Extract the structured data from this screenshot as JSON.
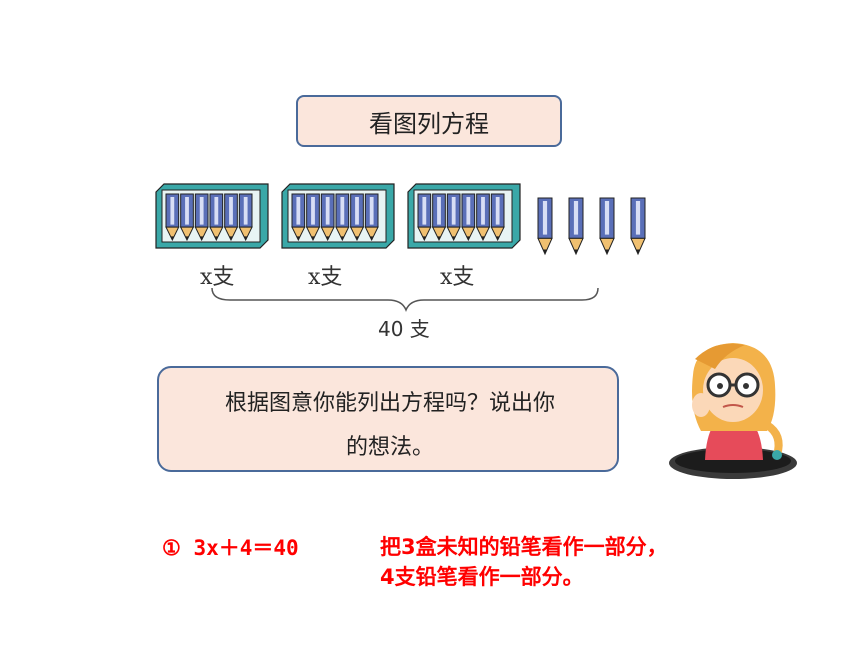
{
  "title": "看图列方程",
  "figure": {
    "box_labels": [
      "x支",
      "x支",
      "x支"
    ],
    "box_count": 3,
    "pencils_per_box": 6,
    "loose_pencils": 4,
    "total_label": "40 支"
  },
  "question": {
    "line1": "根据图意你能列出方程吗？说出你",
    "line2": "的想法。"
  },
  "answer": {
    "equation": "①  3x＋4＝40",
    "explanation_line1": "把3盒未知的铅笔看作一部分，",
    "explanation_line2": "4支铅笔看作一部分。"
  },
  "colors": {
    "box_border": "#4a6a9a",
    "box_fill": "#fbe6dc",
    "answer_red": "#ff0000",
    "pencil_box": "#3aa8a8",
    "pencil_body": "#5a6fb8"
  }
}
